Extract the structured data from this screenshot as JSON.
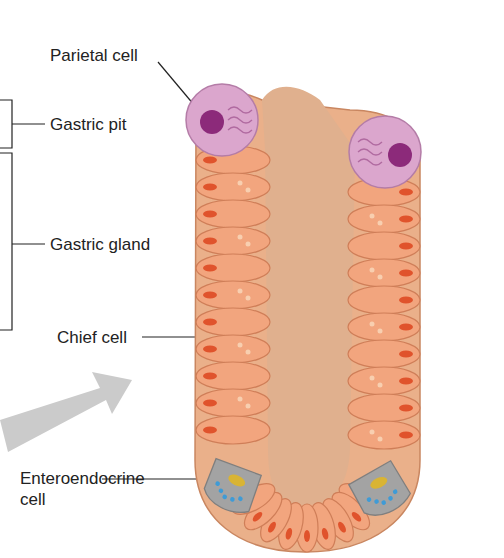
{
  "diagram": {
    "labels": [
      "Parietal cell",
      "Gastric pit",
      "Gastric gland",
      "Chief cell",
      "Enteroendocrine cell"
    ]
  }
}
